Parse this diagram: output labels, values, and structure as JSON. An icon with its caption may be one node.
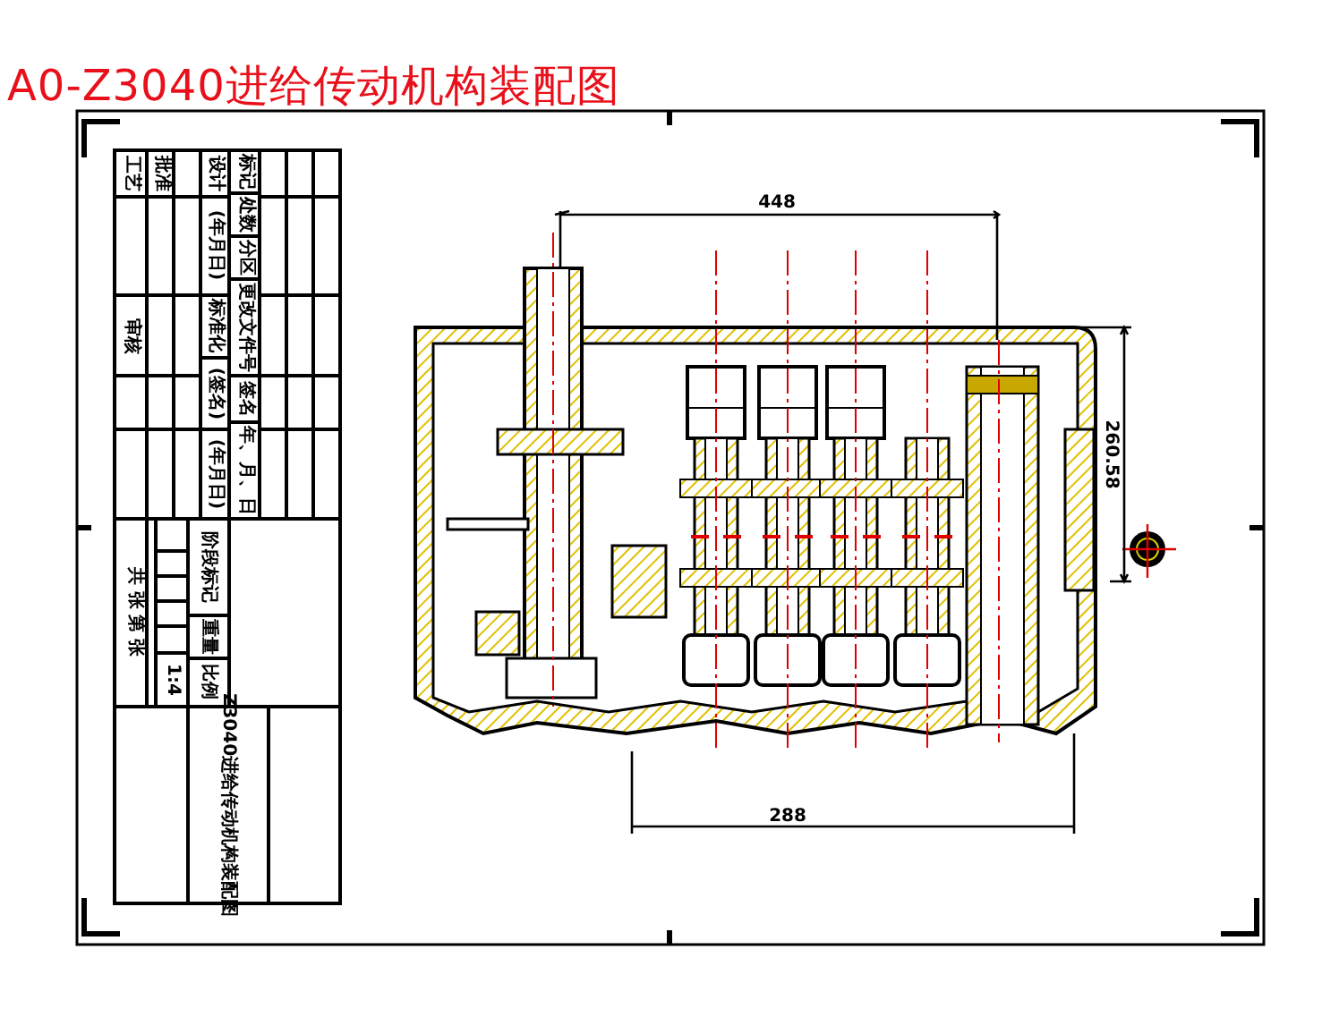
{
  "diagram": {
    "title": "A0-Z3040进给传动机构装配图",
    "labels": [
      "工艺",
      "批准",
      "设计",
      "标记",
      "处数",
      "(年月日)",
      "分区",
      "审核",
      "标准化",
      "更改文件号",
      "(签名)",
      "签名",
      "(年月日)",
      "年、月、日",
      "共 张 第 张",
      "1:4",
      "阶段标记",
      "重量",
      "比例",
      "Z3040进给传动机构装配图",
      "448",
      "260.58",
      "288"
    ]
  }
}
